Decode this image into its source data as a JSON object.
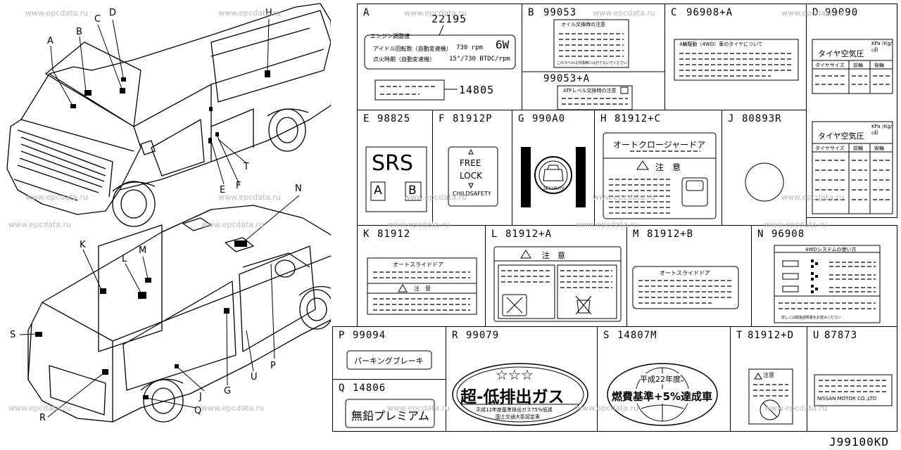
{
  "diagram_ref": "J99100KD",
  "watermark": "www.epcdata.ru",
  "callouts_top": [
    "A",
    "B",
    "C",
    "D",
    "H",
    "E",
    "F",
    "T"
  ],
  "callouts_bottom": [
    "K",
    "M",
    "L",
    "N",
    "S",
    "R",
    "Q",
    "J",
    "G",
    "U",
    "P"
  ],
  "cells": {
    "A": {
      "letter": "A",
      "code": "22195",
      "label_title": "エンジン調整値",
      "line1": "アイドル回転数（自動変速機）",
      "line1_val": "730 rpm",
      "line1_tag": "6W",
      "line2": "点火時期（自動変速機）",
      "line2_val": "15°/730 BTDC/rpm",
      "sub_code": "14805"
    },
    "B": {
      "letter": "B",
      "code": "99053",
      "label_title": "オイル交換時の注意",
      "label_foot": "このラベルは交換時にはがさないでください",
      "sub_code": "99053+A",
      "sub_title": "ATFレベル交換時の注意"
    },
    "C": {
      "letter": "C",
      "code": "96908+A",
      "label_title": "4輪駆動（4WD）車のタイヤについて"
    },
    "D": {
      "letter": "D",
      "code": "99090",
      "tire_title": "タイヤ空気圧",
      "unit": "KPa (Kg/㎠)",
      "col1": "タイヤサイズ",
      "col2": "前輪",
      "col3": "後輪"
    },
    "E": {
      "letter": "E",
      "code": "98825",
      "srs": "SRS",
      "a": "A",
      "b": "B"
    },
    "F": {
      "letter": "F",
      "code": "81912P",
      "free": "FREE",
      "lock": "LOCK",
      "child": "CHILDSAFETY"
    },
    "G": {
      "letter": "G",
      "code": "990A0",
      "security": "SECURITY"
    },
    "H": {
      "letter": "H",
      "code": "81912+C",
      "title": "オートクロージャードア",
      "warn": "注　意"
    },
    "J": {
      "letter": "J",
      "code": "80893R"
    },
    "K": {
      "letter": "K",
      "code": "81912",
      "title": "オートスライドドア",
      "warn": "注　意"
    },
    "L": {
      "letter": "L",
      "code": "81912+A",
      "warn": "注　意"
    },
    "M": {
      "letter": "M",
      "code": "81912+B",
      "title": "オートスライドドア"
    },
    "N": {
      "letter": "N",
      "code": "96908",
      "title": "4WDシステムの使い方",
      "foot": "詳しくは取扱説明書をお読みください"
    },
    "P": {
      "letter": "P",
      "code": "99094",
      "text": "パーキングブレーキ"
    },
    "Q": {
      "letter": "Q",
      "code": "14806",
      "text": "無鉛プレミアム"
    },
    "R": {
      "letter": "R",
      "code": "99079",
      "stars": "☆☆☆",
      "main": "超-低排出ガス",
      "l1": "平成12年度基準排出ガス75%低減",
      "l2": "国土交通大臣認定車"
    },
    "S": {
      "letter": "S",
      "code": "14807M",
      "top": "平成22年度",
      "main": "燃費基準+5%達成車"
    },
    "T": {
      "letter": "T",
      "code": "81912+D",
      "warn": "注意"
    },
    "U": {
      "letter": "U",
      "code": "87873",
      "maker": "NISSAN MOTOR CO.,LTD"
    }
  }
}
